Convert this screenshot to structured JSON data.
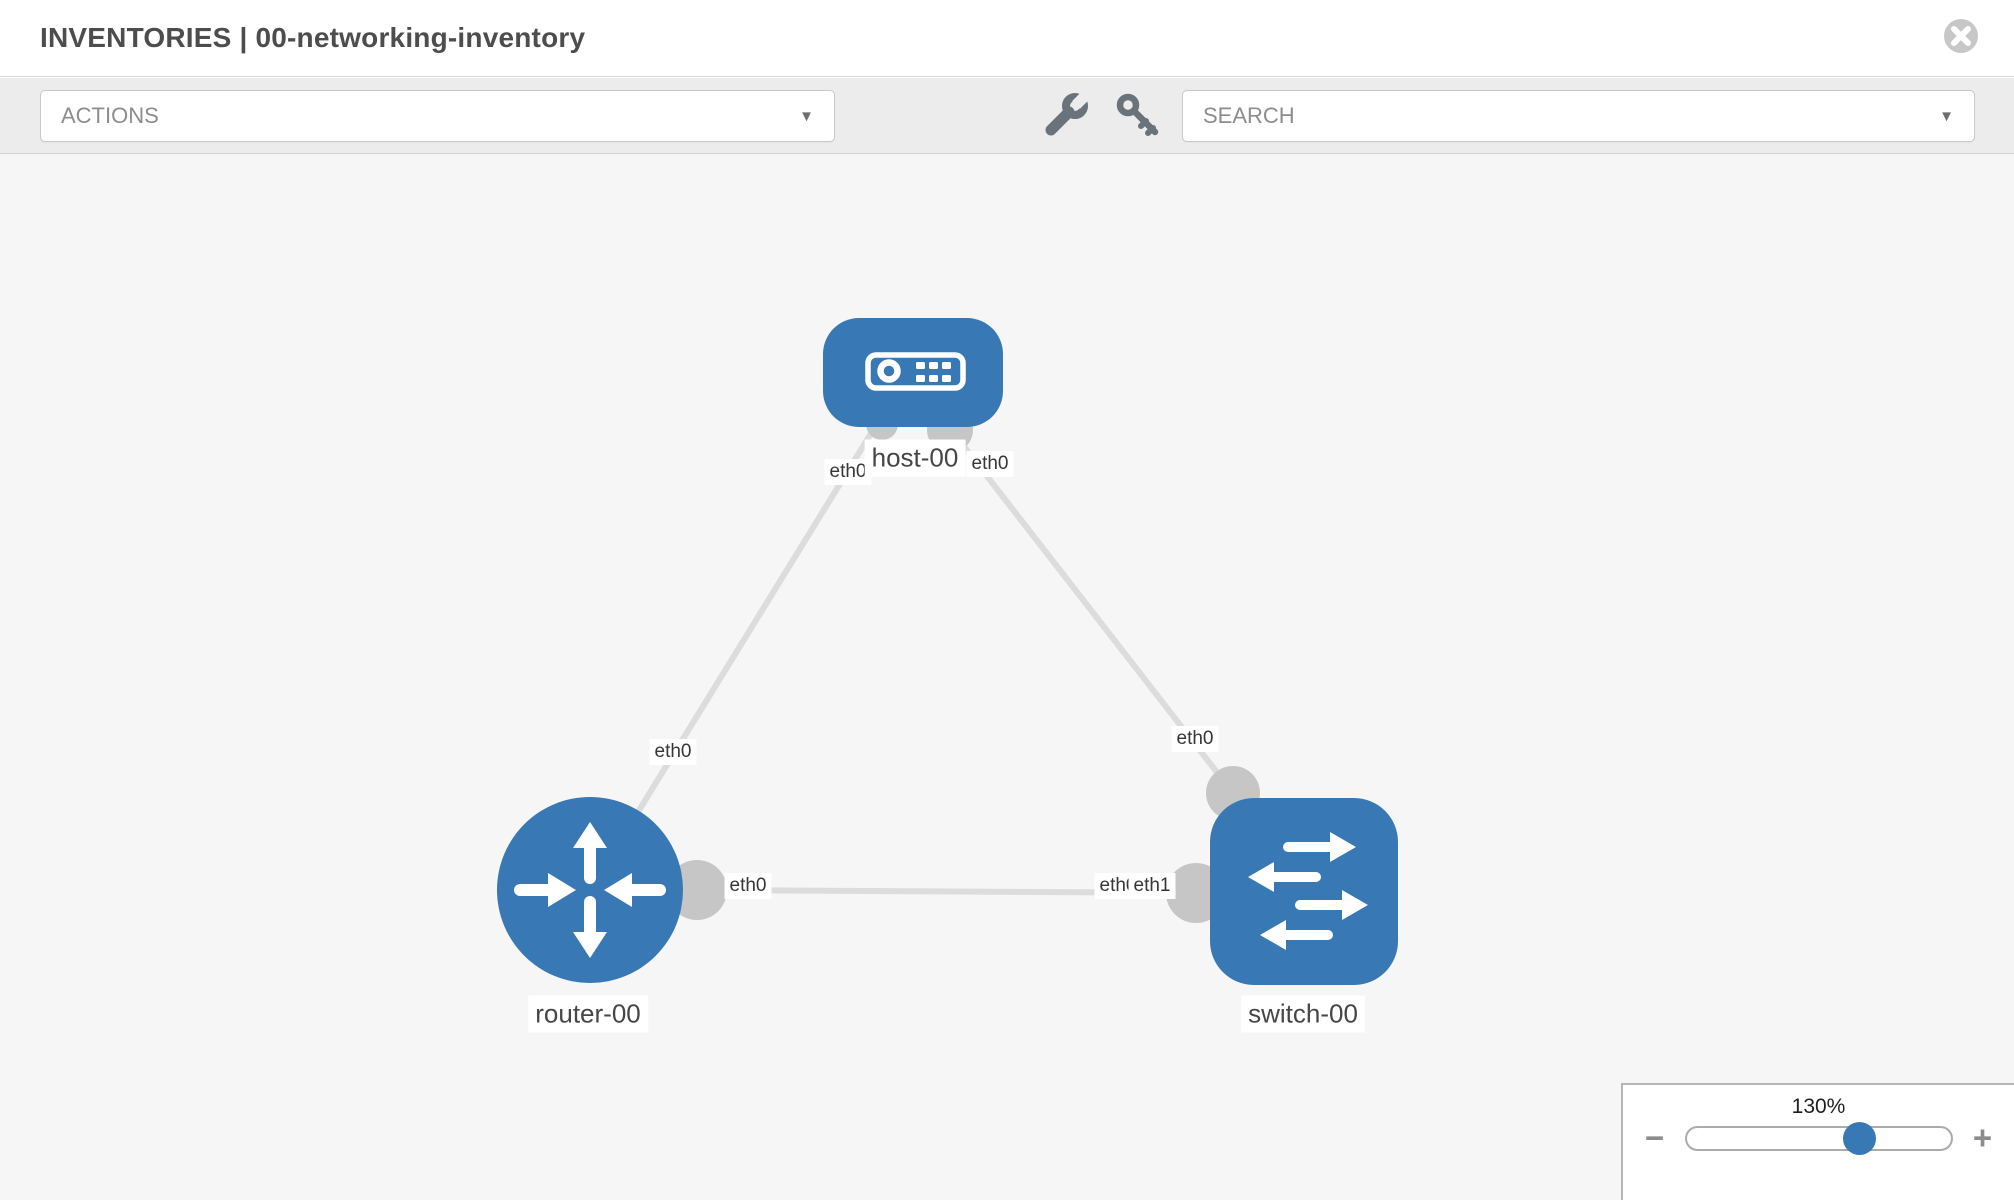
{
  "header": {
    "title": "INVENTORIES | 00-networking-inventory"
  },
  "toolbar": {
    "actions_label": "ACTIONS",
    "search_placeholder": "SEARCH",
    "caret": "▼"
  },
  "topology": {
    "nodes": [
      {
        "id": "host-00",
        "label": "host-00",
        "type": "host",
        "shape": "rounded-rect"
      },
      {
        "id": "router-00",
        "label": "router-00",
        "type": "router",
        "shape": "circle"
      },
      {
        "id": "switch-00",
        "label": "switch-00",
        "type": "switch",
        "shape": "rounded-square"
      }
    ],
    "links": [
      {
        "from": "host-00",
        "from_if": "eth0",
        "to": "router-00",
        "to_if": "eth0"
      },
      {
        "from": "host-00",
        "from_if": "eth0",
        "to": "switch-00",
        "to_if": "eth0"
      },
      {
        "from": "router-00",
        "from_if": "eth0",
        "to": "switch-00",
        "to_if": "eth1"
      }
    ],
    "interface_labels": [
      {
        "text": "eth0",
        "loc": "host-left"
      },
      {
        "text": "eth0",
        "loc": "host-right"
      },
      {
        "text": "eth0",
        "loc": "link-host-router"
      },
      {
        "text": "eth0",
        "loc": "link-host-switch"
      },
      {
        "text": "eth0",
        "loc": "router-right"
      },
      {
        "text": "eth0",
        "loc": "switch-left-back"
      },
      {
        "text": "eth1",
        "loc": "switch-left-front"
      }
    ]
  },
  "zoom_panel": {
    "value": "130%",
    "minus": "−",
    "plus": "+"
  },
  "colors": {
    "node_blue": "#3878b4",
    "link_gray": "#dcdcdc",
    "interface_gray": "#c6c6c6",
    "canvas_bg": "#f6f6f6",
    "toolbar_bg": "#ececec"
  }
}
